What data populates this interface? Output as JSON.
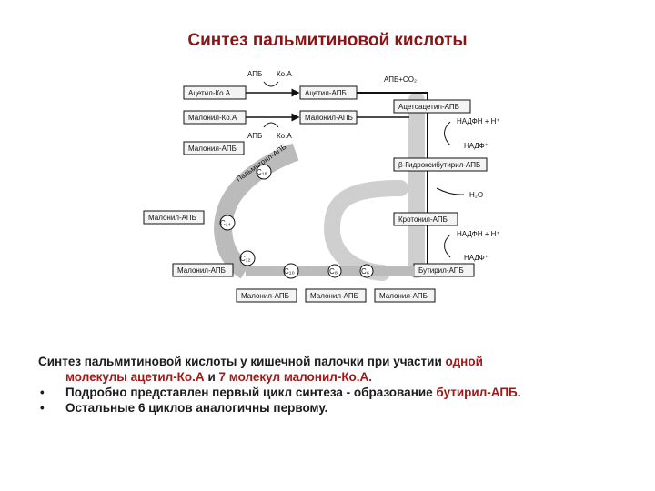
{
  "title": "Синтез пальмитиновой кислоты",
  "diagram": {
    "top_boxes": [
      "Ацетил-Ко.А",
      "Ацетил-АПБ",
      "Малонил-Ко.А",
      "Малонил-АПБ"
    ],
    "top_labels": [
      "АПБ",
      "Ко.А",
      "АПБ",
      "Ко.А"
    ],
    "right_boxes": [
      "Ацетоацетил-АПБ",
      "β-Гидроксибутирил-АПБ",
      "Кротонил-АПБ",
      "Бутирил-АПБ"
    ],
    "right_labels": [
      "АПБ+CO₂",
      "НАДФН + Н⁺",
      "НАДФ⁺",
      "Н₂О",
      "НАДФН + Н⁺",
      "НАДФ⁺"
    ],
    "left_boxes": [
      "Малонил-АПБ",
      "Малонил-АПБ",
      "Малонил-АПБ"
    ],
    "bottom_boxes": [
      "Малонил-АПБ",
      "Малонил-АПБ",
      "Малонил-АПБ"
    ],
    "ring_segment_label": "Пальмитоил-АПБ",
    "carbon_labels": [
      "C₁₆",
      "C₁₄",
      "C₁₂",
      "C₁₀",
      "C₈",
      "C₆"
    ]
  },
  "text": {
    "p1_a": "Синтез пальмитиновой кислоты у кишечной палочки при участии",
    "p1_b": "одной",
    "p1_c": "молекулы ацетил-Ко.А",
    "p1_d": "и",
    "p1_e": "7 молекул малонил-Ко.А.",
    "bullet_char": "•",
    "b1_a": "Подробно представлен первый цикл синтеза - образование",
    "b1_b": "бутирил-АПБ",
    "b1_c": ".",
    "b2": "Остальные 6 циклов аналогичны первому."
  }
}
